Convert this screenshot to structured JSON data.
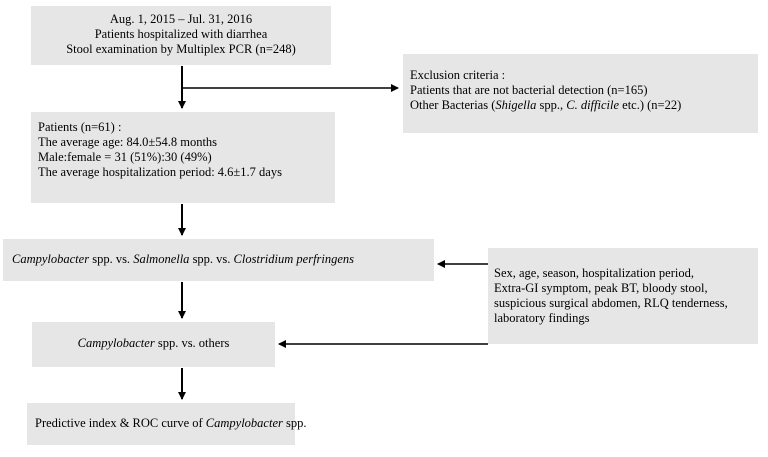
{
  "nodes": {
    "study_population": {
      "lines": [
        "Aug. 1, 2015 – Jul. 31, 2016",
        "Patients hospitalized with diarrhea",
        "Stool examination by Multiplex PCR (n=248)"
      ]
    },
    "exclusion": {
      "title": "Exclusion criteria :",
      "line1": "Patients that are not bacterial detection (n=165)",
      "line2_pre": "Other Bacterias (",
      "line2_it1": "Shigella",
      "line2_mid": " spp., ",
      "line2_it2": "C. difficile",
      "line2_post": " etc.) (n=22)"
    },
    "patients": {
      "lines": [
        "Patients (n=61) :",
        "The average age: 84.0±54.8  months",
        "Male:female = 31 (51%):30 (49%)",
        "The average hospitalization period: 4.6±1.7 days"
      ]
    },
    "comparison": {
      "it1": "Campylobacter",
      "t1": " spp. vs. ",
      "it2": "Salmonella",
      "t2": " spp. vs. ",
      "it3": "Clostridium perfringens"
    },
    "variables": {
      "lines": [
        "Sex, age, season, hospitalization period,",
        "Extra-GI symptom, peak BT, bloody stool,",
        "suspicious surgical abdomen, RLQ tenderness,",
        "laboratory findings"
      ]
    },
    "campy_vs_others": {
      "it1": "Campylobacter",
      "t1": " spp. vs. others"
    },
    "predictive": {
      "t1": "Predictive index & ROC curve of ",
      "it1": "Campylobacter",
      "t2": " spp."
    }
  }
}
